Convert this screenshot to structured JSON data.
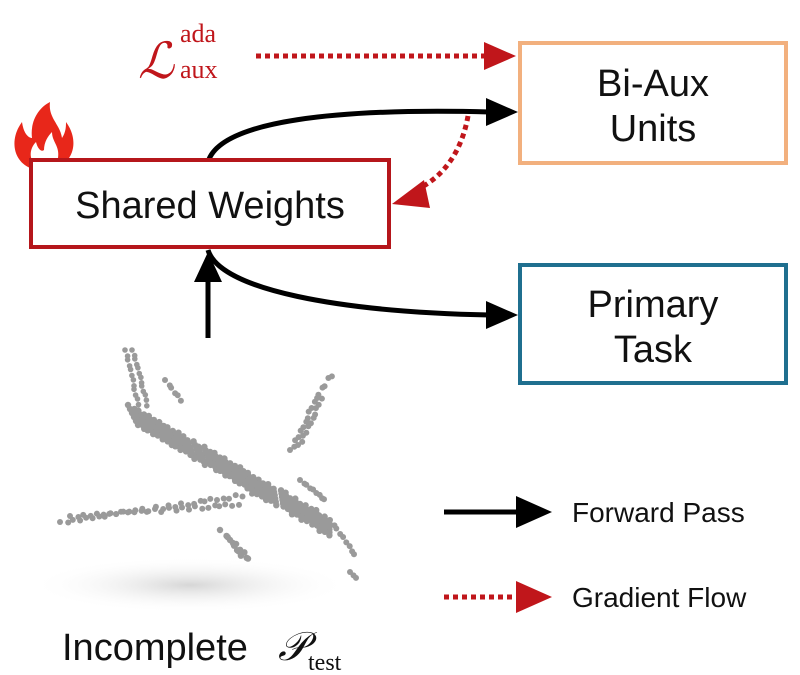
{
  "colors": {
    "shared_border": "#b5161b",
    "biaux_border": "#f2b07e",
    "primary_border": "#1f6f8f",
    "gradient": "#c0161b",
    "forward": "#000000",
    "point": "#9a9a9a"
  },
  "loss": {
    "symbol": "ℒ",
    "superscript": "ada",
    "subscript": "aux"
  },
  "boxes": {
    "shared": "Shared Weights",
    "biaux_line1": "Bi-Aux",
    "biaux_line2": "Units",
    "primary_line1": "Primary",
    "primary_line2": "Task"
  },
  "icons": {
    "flame": "flame-icon",
    "point_cloud": "airplane-point-cloud"
  },
  "legend": {
    "forward": "Forward Pass",
    "gradient": "Gradient Flow"
  },
  "caption": {
    "text": "Incomplete",
    "symbol": "𝒫",
    "subscript": "test"
  }
}
